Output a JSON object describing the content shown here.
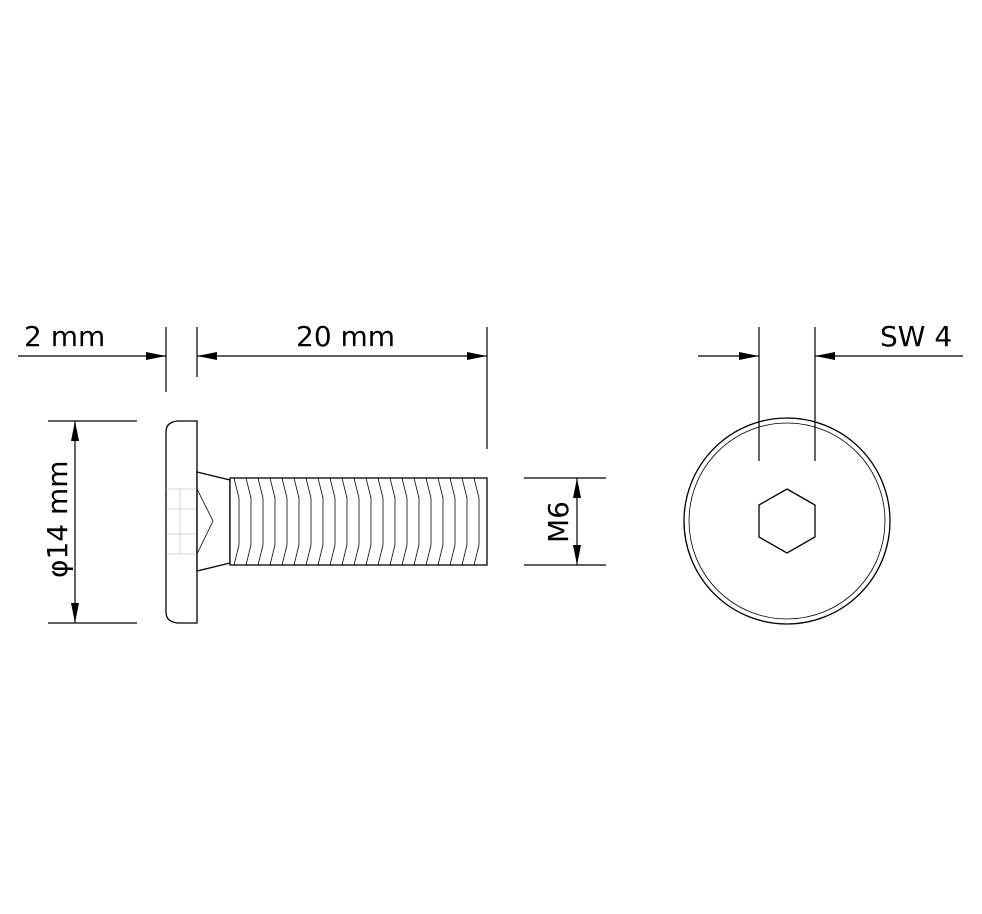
{
  "dimensions": {
    "head_height": "2 mm",
    "shank_length": "20 mm",
    "head_diameter": "φ14 mm",
    "thread": "M6",
    "hex_socket": "SW 4"
  }
}
